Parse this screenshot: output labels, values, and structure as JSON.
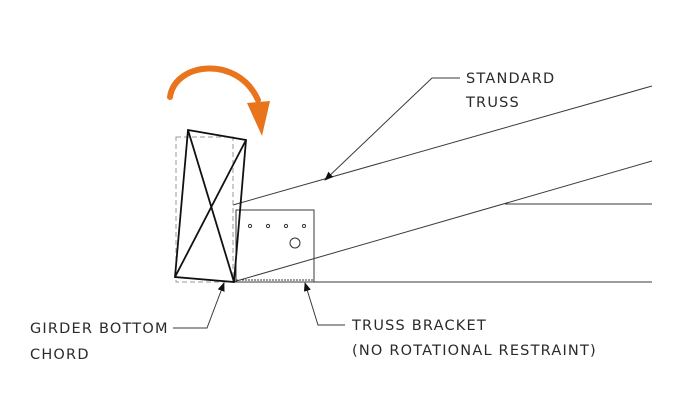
{
  "labels": {
    "standard_truss_line1": "STANDARD",
    "standard_truss_line2": "TRUSS",
    "girder_line1": "GIRDER BOTTOM",
    "girder_line2": "CHORD",
    "bracket_line1": "TRUSS BRACKET",
    "bracket_line2": "(NO ROTATIONAL RESTRAINT)"
  },
  "colors": {
    "rotation_arrow": "#e8741c",
    "linework": "#3a3a3a"
  },
  "icons": {
    "rotation": "curved-rotation-arrow-icon"
  }
}
